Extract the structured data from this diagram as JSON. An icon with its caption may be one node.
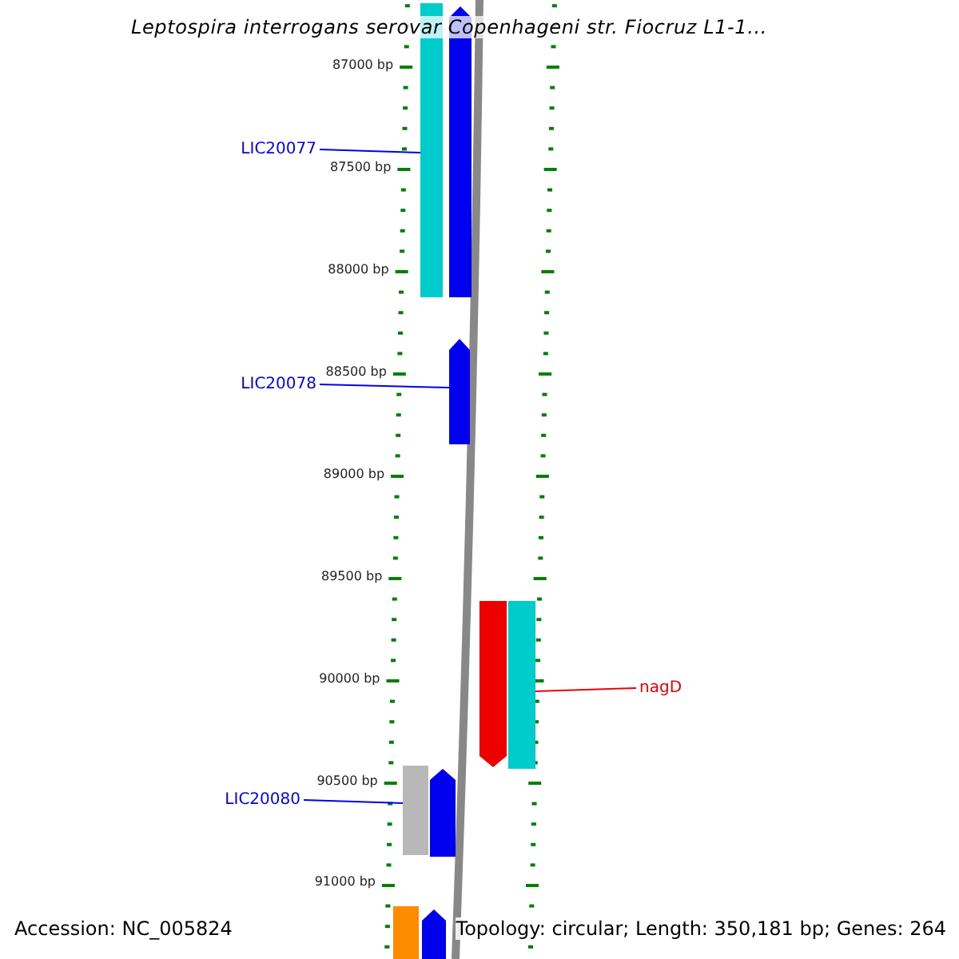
{
  "diagram": {
    "title": "Leptospira interrogans serovar Copenhageni str. Fiocruz L1-1...",
    "nodes": [
      {
        "text": [],
        "shape": "bar"
      },
      {
        "text": [],
        "shape": "bar"
      },
      {
        "text": [],
        "shape": "bar"
      },
      {
        "text": [],
        "shape": "bar"
      },
      {
        "text": [],
        "shape": "bar"
      },
      {
        "text": [],
        "shape": "bar"
      },
      {
        "text": [],
        "shape": "bar"
      },
      {
        "text": [],
        "shape": "bar"
      },
      {
        "text": [],
        "shape": "bar"
      },
      {
        "text": [
          "LIC20077"
        ]
      },
      {
        "text": [
          "LIC20078"
        ]
      },
      {
        "text": [
          "nagD"
        ]
      },
      {
        "text": [
          "LIC20080"
        ]
      }
    ],
    "edges": [
      {
        "from": 9,
        "to": 0,
        "arrow": "none"
      },
      {
        "from": 10,
        "to": 2,
        "arrow": "none"
      },
      {
        "from": 11,
        "to": 4,
        "arrow": "none",
        "color": "#ee0000"
      },
      {
        "from": 12,
        "to": 5,
        "arrow": "none"
      }
    ],
    "labels": [
      "87000 bp",
      "87500 bp",
      "88000 bp",
      "88500 bp",
      "89000 bp",
      "89500 bp",
      "90000 bp",
      "90500 bp",
      "91000 bp",
      "Accession: NC_005824",
      "Topology: circular; Length: 350,181 bp; Genes: 264"
    ]
  }
}
